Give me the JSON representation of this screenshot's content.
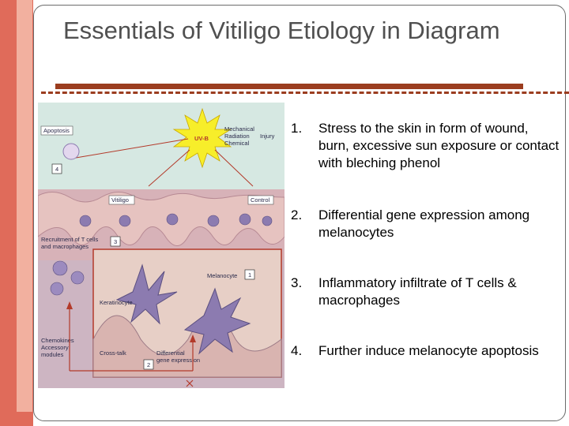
{
  "slide": {
    "title": "Essentials of Vitiligo Etiology in Diagram"
  },
  "diagram": {
    "labels": {
      "apoptosis": "Apoptosis",
      "uvb": "UV-B",
      "mechanical": "Mechanical",
      "radiation": "Radiation",
      "chemical": "Chemical",
      "injury": "Injury",
      "vitiligo": "Vitiligo",
      "control": "Control",
      "recruitment_1": "Recruitment of T cells",
      "recruitment_2": "and macrophages",
      "melanocyte": "Melanocyte",
      "keratinocyte": "Keratinocyte",
      "chemokines_1": "Chemokines",
      "chemokines_2": "Accessory",
      "chemokines_3": "modules",
      "crosstalk": "Cross-talk",
      "differential_1": "Differential",
      "differential_2": "gene expression"
    },
    "markers": {
      "m1": "1",
      "m2": "2",
      "m3": "3",
      "m4": "4"
    },
    "colors": {
      "sky": "#d6e8e2",
      "skin": "#d9a7a3",
      "dermis": "#cdb5c2",
      "cells": "#8c7bb0",
      "sun": "#f7ee2a",
      "arrow": "#b33a2a"
    }
  },
  "points": [
    {
      "num": "1.",
      "text": "Stress to the skin in form of wound, burn, excessive sun exposure or contact with bleching phenol"
    },
    {
      "num": "2.",
      "text": "Differential gene expression among melanocytes"
    },
    {
      "num": "3.",
      "text": "Inflammatory infiltrate of T cells & macrophages"
    },
    {
      "num": "4.",
      "text": "Further induce melanocyte apoptosis"
    }
  ]
}
